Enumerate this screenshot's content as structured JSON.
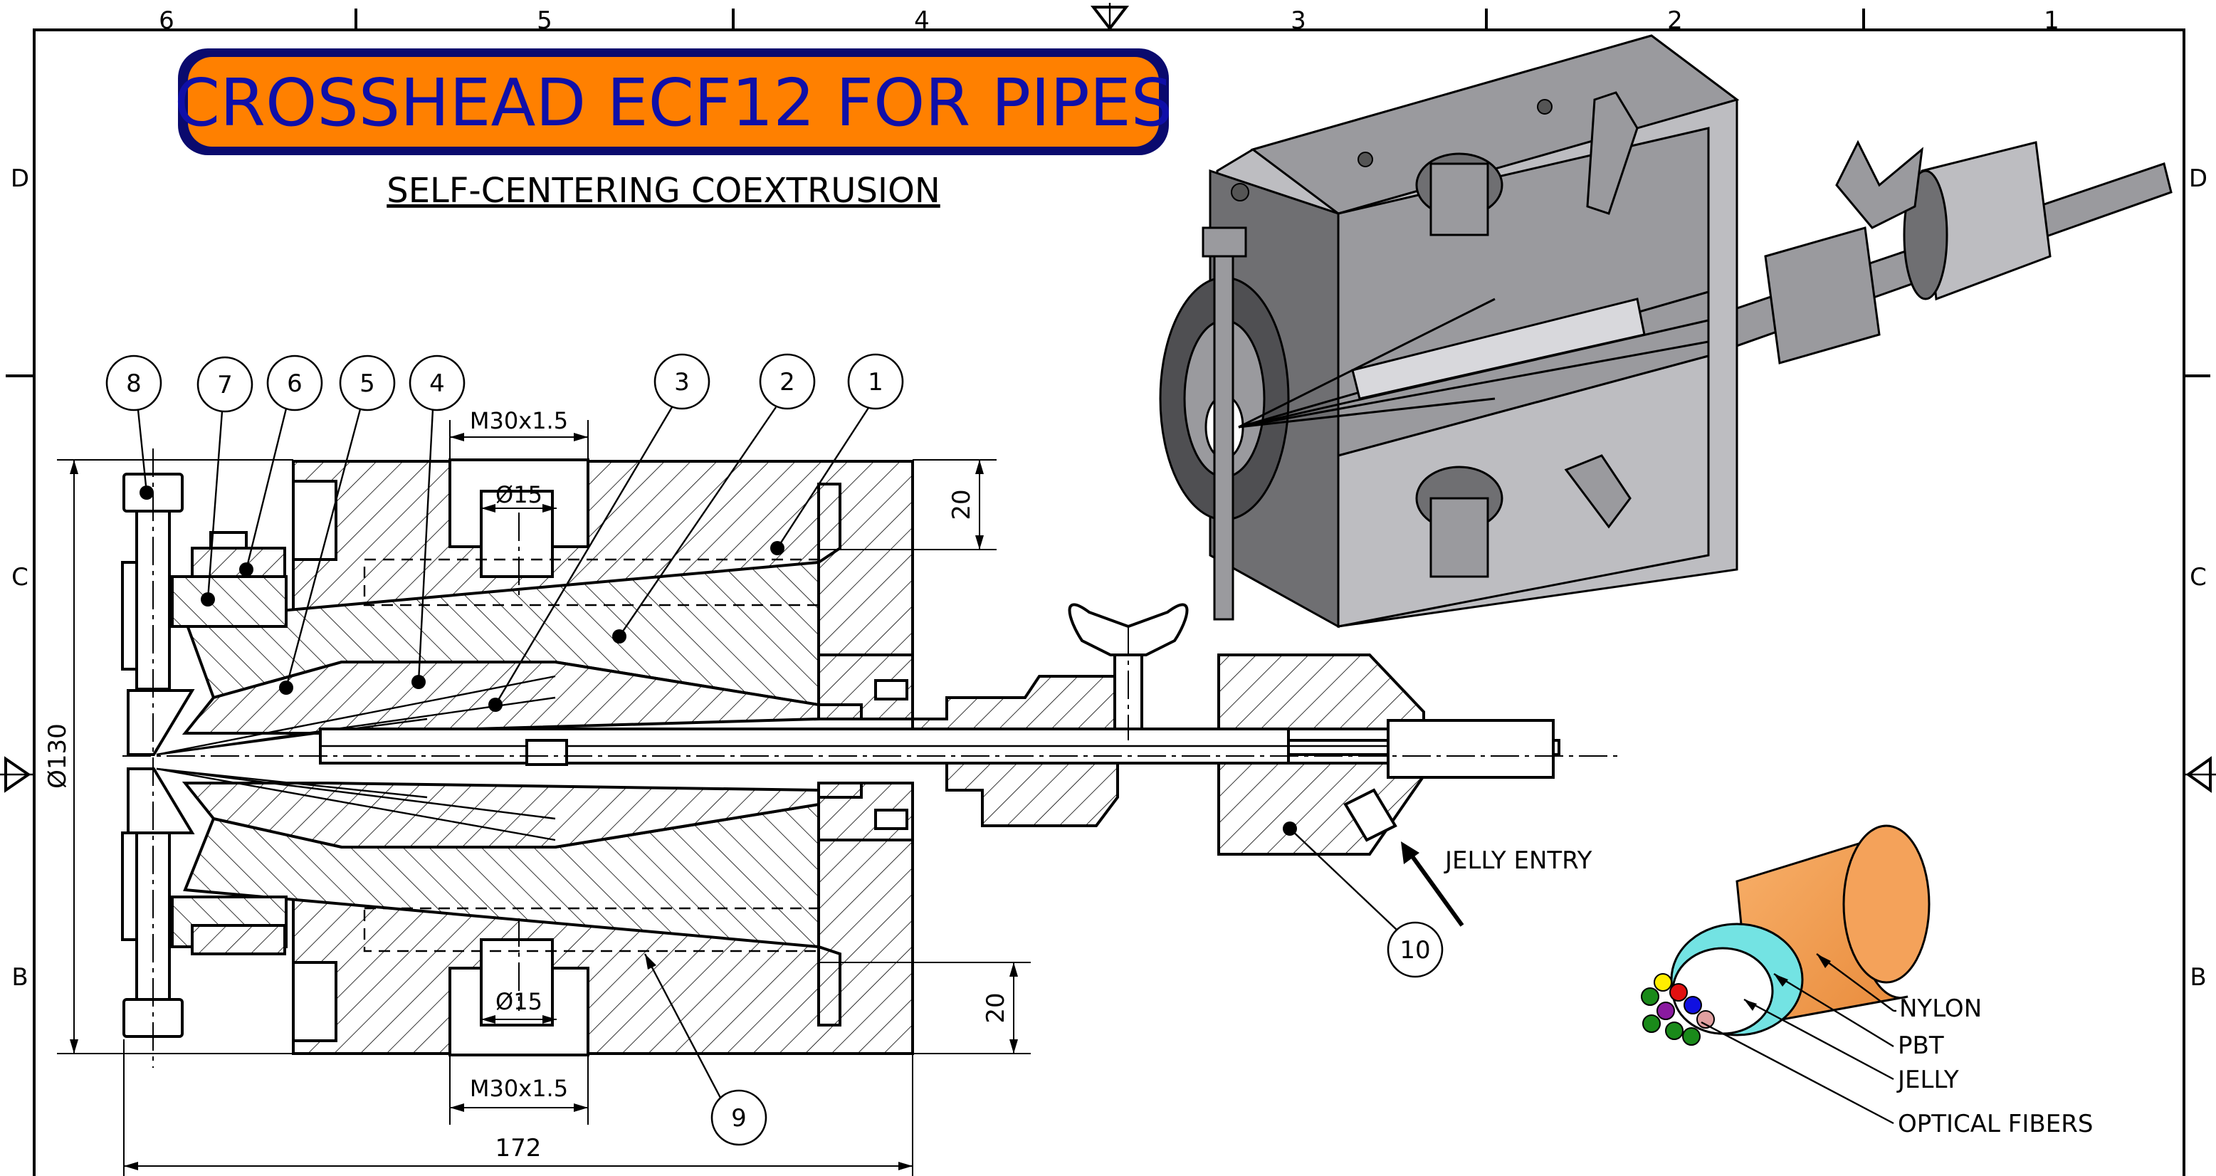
{
  "title": "CROSSHEAD ECF12 FOR PIPES",
  "subtitle": "SELF-CENTERING COEXTRUSION",
  "colors": {
    "title_fill": "#ff8000",
    "title_text": "#0f0fa8",
    "title_border": "#0a0a6e",
    "nylon": "#f4a25a",
    "pbt": "#73e3e3",
    "metal": "#9a9a9e"
  },
  "zones": {
    "columns": [
      "6",
      "5",
      "4",
      "3",
      "2",
      "1"
    ],
    "rows": [
      "D",
      "C",
      "B"
    ]
  },
  "balloons": [
    "1",
    "2",
    "3",
    "4",
    "5",
    "6",
    "7",
    "8",
    "9",
    "10"
  ],
  "dimensions": {
    "thread_top": "M30x1.5",
    "bore_top": "Ø15",
    "thread_bottom": "M30x1.5",
    "bore_bottom": "Ø15",
    "diameter": "Ø130",
    "length": "172",
    "offset_top": "20",
    "offset_bottom": "20"
  },
  "callouts": {
    "jelly_entry": "JELLY ENTRY",
    "nylon": "NYLON",
    "pbt": "PBT",
    "jelly": "JELLY",
    "optical_fibers": "OPTICAL FIBERS"
  },
  "icons": [
    "projection-triangle-icon",
    "cable-cross-section-icon",
    "crosshead-3d-cutaway-icon",
    "wing-nut-icon"
  ]
}
